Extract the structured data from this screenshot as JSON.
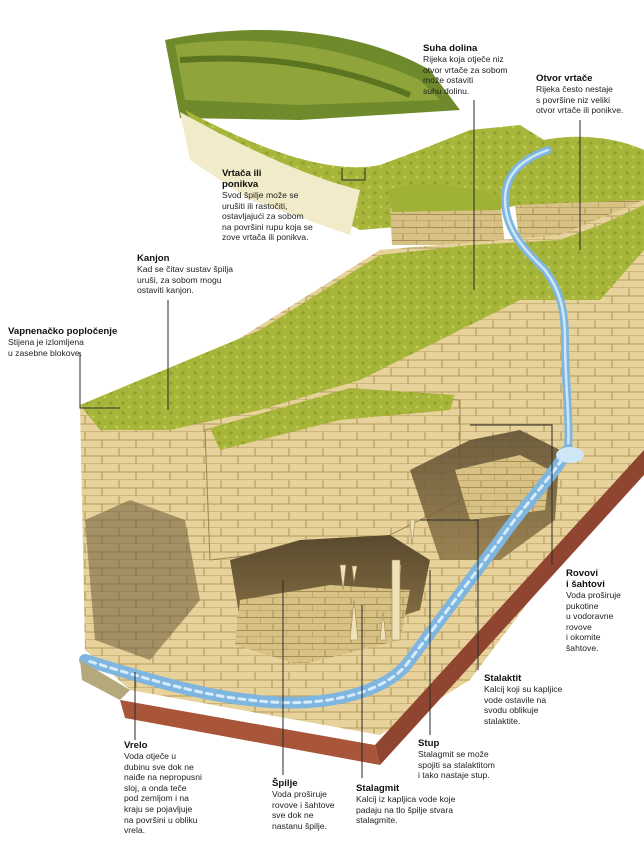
{
  "labels": {
    "suha_dolina": {
      "title": "Suha dolina",
      "text": "Rijeka koja otječe niz\notvor vrtače za sobom\nmože ostaviti\nsuhu dolinu."
    },
    "otvor_vrtace": {
      "title": "Otvor vrtače",
      "text": "Rijeka često nestaje\ns površine niz veliki\notvor vrtače ili ponikve."
    },
    "vrtaca": {
      "title": "Vrtača ili\nponikva",
      "text": "Svod špilje može se\nurušiti ili rastočiti,\nostavljajući za sobom\nna površini rupu koja se\nzove vrtača ili ponikva."
    },
    "kanjon": {
      "title": "Kanjon",
      "text": "Kad se čitav sustav špilja\nuruši, za sobom mogu\nostaviti kanjon."
    },
    "vapnenacko": {
      "title": "Vapnenačko popločenje",
      "text": "Stijena je izlomljena\nu zasebne blokove."
    },
    "rovovi": {
      "title": "Rovovi\ni šahtovi",
      "text": "Voda proširuje\npukotine\nu vodoravne\nrovove\ni okomite\nšahtove."
    },
    "stalaktit": {
      "title": "Stalaktit",
      "text": "Kalcij koji su kapljice\nvode ostavile na\nsvodu oblikuje\nstalaktite."
    },
    "stup": {
      "title": "Stup",
      "text": "Stalagmit se može\nspojiti sa stalaktitom\ni tako nastaje stup."
    },
    "vrelo": {
      "title": "Vrelo",
      "text": "Voda otječe u\ndubinu sve dok ne\nnaiđe na nepropusni\nsloj, a onda teče\npod zemljom i na\nkraju se pojavljuje\nna površini u obliku\nvrela."
    },
    "spilje": {
      "title": "Špilje",
      "text": "Voda proširuje\nrovove i šahtove\nsve dok ne\nnastanu špilje."
    },
    "stalagmit": {
      "title": "Stalagmit",
      "text": "Kalcij iz kapljica vode koje\npadaju na tlo špilje stvara\nstalagmite."
    }
  },
  "colors": {
    "grass": "#a9b83a",
    "grass_dark": "#6f8a22",
    "limestone": "#e8d49a",
    "limestone_shadow": "#b9a063",
    "water": "#7fb6e0",
    "soil": "#a8553a",
    "leader_line": "#2a2a2a"
  }
}
